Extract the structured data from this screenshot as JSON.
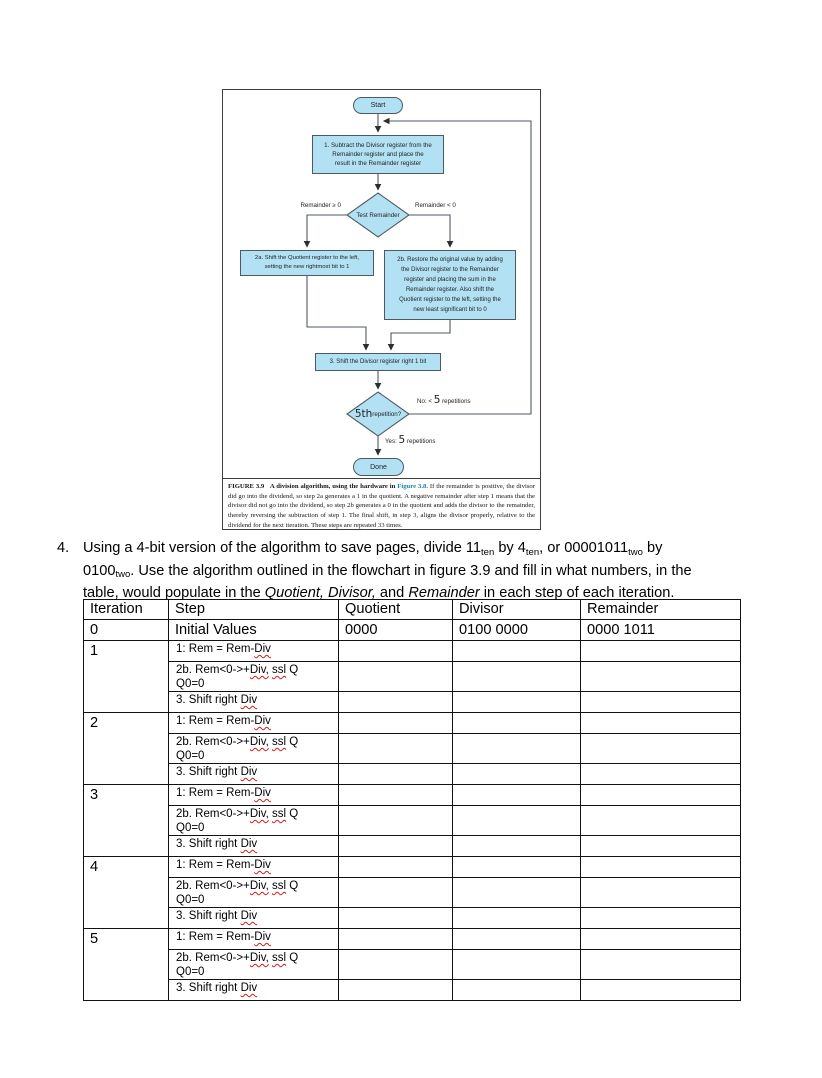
{
  "colors": {
    "node_fill": "#b3e1f4",
    "node_border": "#4e5a63",
    "figure_link": "#1b7fa6",
    "spellcheck_red": "#cf1d1d"
  },
  "figure": {
    "flowchart": {
      "start_label": "Start",
      "box1_lines": [
        "1. Subtract the Divisor register from the",
        "Remainder register and place the",
        "result in the Remainder register"
      ],
      "test_diamond_label": "Test Remainder",
      "branch_left_label": "Remainder ≥ 0",
      "branch_right_label": "Remainder < 0",
      "box2a_lines": [
        "2a. Shift the Quotient register to the left,",
        "setting the new rightmost bit to 1"
      ],
      "box2b_lines": [
        "2b. Restore the original value by adding",
        "the Divisor register to the Remainder",
        "register and placing the sum in the",
        "Remainder register. Also shift the",
        "Quotient register to the left, setting the",
        "new least significant bit to 0"
      ],
      "box3_label": "3. Shift the Divisor register right 1 bit",
      "repetition_diamond_segments": [
        {
          "t": "5th",
          "big": true
        },
        {
          "t": " repetition?"
        }
      ],
      "no_label_segments": [
        {
          "t": "No: < "
        },
        {
          "t": "5",
          "big": true
        },
        {
          "t": " repetitions"
        }
      ],
      "yes_label_segments": [
        {
          "t": "Yes: "
        },
        {
          "t": "5",
          "big": true
        },
        {
          "t": " repetitions"
        }
      ],
      "done_label": "Done"
    },
    "caption_segments": [
      {
        "t": "FIGURE 3.9   A division algorithm, using the hardware in ",
        "b": true
      },
      {
        "t": "Figure 3.8.",
        "link": true
      },
      {
        "t": " If the remainder is positive, the divisor did go into the dividend, so step 2a generates a 1 in the quotient. A negative remainder after step 1 means that the divisor did not go into the dividend, so step 2b generates a 0 in the quotient and adds the divisor to the remainder, thereby reversing the subtraction of step 1. The final shift, in step 3, aligns the divisor properly, relative to the dividend for the next iteration. These steps are repeated 33 times."
      }
    ]
  },
  "question": {
    "number": "4.",
    "lines": [
      [
        {
          "t": "Using a 4-bit version of the algorithm to save pages, divide 11"
        },
        {
          "t": "ten",
          "sub": true
        },
        {
          "t": " by 4"
        },
        {
          "t": "ten",
          "sub": true
        },
        {
          "t": ", or 00001011"
        },
        {
          "t": "two",
          "sub": true
        },
        {
          "t": " by"
        }
      ],
      [
        {
          "t": "0100"
        },
        {
          "t": "two",
          "sub": true
        },
        {
          "t": ". Use the algorithm outlined in the flowchart in figure 3.9 and fill in what numbers, in the"
        }
      ],
      [
        {
          "t": "table, would populate in the "
        },
        {
          "t": "Quotient, Divisor,",
          "i": true
        },
        {
          "t": " and "
        },
        {
          "t": "Remainder",
          "i": true
        },
        {
          "t": " in each step of each iteration."
        }
      ]
    ]
  },
  "table": {
    "headers": [
      "Iteration",
      "Step",
      "Quotient",
      "Divisor",
      "Remainder"
    ],
    "initial_row": {
      "iteration": "0",
      "step": "Initial Values",
      "quotient": "0000",
      "divisor": "0100 0000",
      "remainder": "0000 1011"
    },
    "iterations": [
      {
        "n": "1",
        "steps": [
          {
            "lines": [
              [
                {
                  "t": "1: Rem = Rem-"
                },
                {
                  "t": "Div",
                  "w": true
                }
              ]
            ]
          },
          {
            "lines": [
              [
                {
                  "t": "2b. Rem<0->+"
                },
                {
                  "t": "Div,",
                  "w": true
                },
                {
                  "t": " "
                },
                {
                  "t": "ssl",
                  "w": true
                },
                {
                  "t": " Q"
                }
              ],
              [
                {
                  "t": "Q0=0"
                }
              ]
            ]
          },
          {
            "lines": [
              [
                {
                  "t": "3. Shift right "
                },
                {
                  "t": "Div",
                  "w": true
                }
              ]
            ]
          }
        ]
      },
      {
        "n": "2",
        "steps": [
          {
            "lines": [
              [
                {
                  "t": "1: Rem = Rem-"
                },
                {
                  "t": "Div",
                  "w": true
                }
              ]
            ]
          },
          {
            "lines": [
              [
                {
                  "t": "2b. Rem<0->+"
                },
                {
                  "t": "Div,",
                  "w": true
                },
                {
                  "t": " "
                },
                {
                  "t": "ssl",
                  "w": true
                },
                {
                  "t": " Q"
                }
              ],
              [
                {
                  "t": "Q0=0"
                }
              ]
            ]
          },
          {
            "lines": [
              [
                {
                  "t": "3. Shift right "
                },
                {
                  "t": "Div",
                  "w": true
                }
              ]
            ]
          }
        ]
      },
      {
        "n": "3",
        "steps": [
          {
            "lines": [
              [
                {
                  "t": "1: Rem = Rem-"
                },
                {
                  "t": "Div",
                  "w": true
                }
              ]
            ]
          },
          {
            "lines": [
              [
                {
                  "t": "2b. Rem<0->+"
                },
                {
                  "t": "Div,",
                  "w": true
                },
                {
                  "t": " "
                },
                {
                  "t": "ssl",
                  "w": true
                },
                {
                  "t": " Q"
                }
              ],
              [
                {
                  "t": "Q0=0"
                }
              ]
            ]
          },
          {
            "lines": [
              [
                {
                  "t": "3. Shift right "
                },
                {
                  "t": "Div",
                  "w": true
                }
              ]
            ]
          }
        ]
      },
      {
        "n": "4",
        "steps": [
          {
            "lines": [
              [
                {
                  "t": "1: Rem = Rem-"
                },
                {
                  "t": "Div",
                  "w": true
                }
              ]
            ]
          },
          {
            "lines": [
              [
                {
                  "t": "2b. Rem<0->+"
                },
                {
                  "t": "Div,",
                  "w": true
                },
                {
                  "t": " "
                },
                {
                  "t": "ssl",
                  "w": true
                },
                {
                  "t": " Q"
                }
              ],
              [
                {
                  "t": "Q0=0"
                }
              ]
            ]
          },
          {
            "lines": [
              [
                {
                  "t": "3. Shift right "
                },
                {
                  "t": "Div",
                  "w": true
                }
              ]
            ]
          }
        ]
      },
      {
        "n": "5",
        "steps": [
          {
            "lines": [
              [
                {
                  "t": "1: Rem = Rem-"
                },
                {
                  "t": "Div",
                  "w": true
                }
              ]
            ]
          },
          {
            "lines": [
              [
                {
                  "t": "2b. Rem<0->+"
                },
                {
                  "t": "Div,",
                  "w": true
                },
                {
                  "t": " "
                },
                {
                  "t": "ssl",
                  "w": true
                },
                {
                  "t": " Q"
                }
              ],
              [
                {
                  "t": "Q0=0"
                }
              ]
            ]
          },
          {
            "lines": [
              [
                {
                  "t": "3. Shift right "
                },
                {
                  "t": "Div",
                  "w": true
                }
              ]
            ]
          }
        ]
      }
    ]
  }
}
